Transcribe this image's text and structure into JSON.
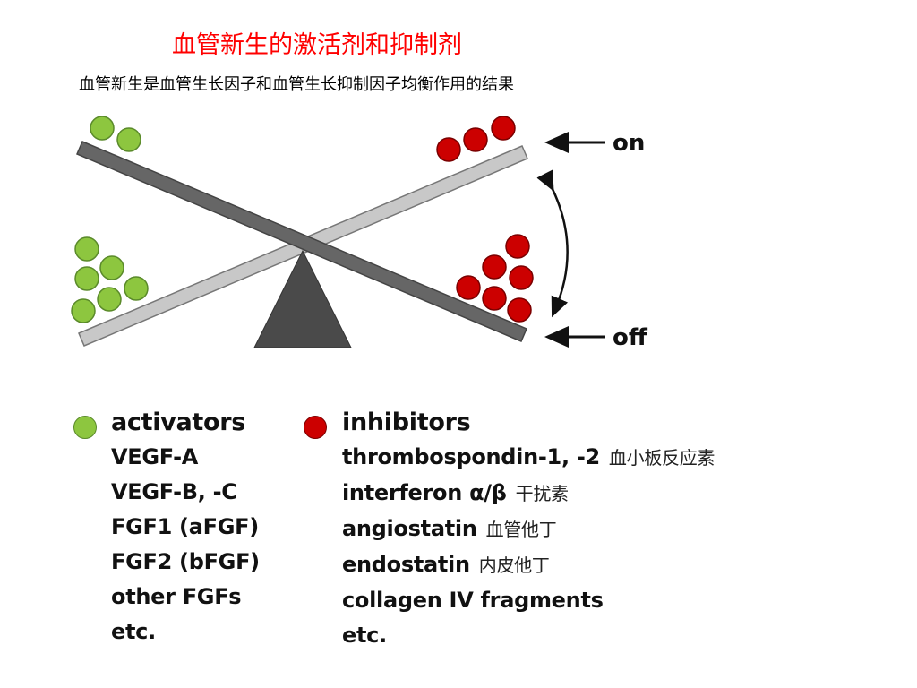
{
  "title": "血管新生的激活剂和抑制剂",
  "subtitle": "血管新生是血管生长因子和血管生长抑制因子均衡作用的结果",
  "diagram": {
    "state_on_label": "on",
    "state_off_label": "off",
    "activator_color": "#8dc63f",
    "inhibitor_color": "#cc0000",
    "fulcrum_color": "#4a4a4a",
    "beam_on_color": "#666666",
    "beam_off_color": "#c8c8c8"
  },
  "legend": {
    "activators": {
      "heading": "activators",
      "items": [
        "VEGF-A",
        "VEGF-B, -C",
        "FGF1 (aFGF)",
        "FGF2 (bFGF)",
        "other FGFs",
        "etc."
      ]
    },
    "inhibitors": {
      "heading": "inhibitors",
      "items": [
        {
          "name": "thrombospondin-1, -2",
          "cn": "血小板反应素"
        },
        {
          "name": "interferon α/β",
          "cn": "干扰素"
        },
        {
          "name": "angiostatin",
          "cn": "血管他丁"
        },
        {
          "name": "endostatin",
          "cn": "内皮他丁"
        },
        {
          "name": "collagen IV fragments",
          "cn": ""
        },
        {
          "name": "etc.",
          "cn": ""
        }
      ]
    }
  }
}
